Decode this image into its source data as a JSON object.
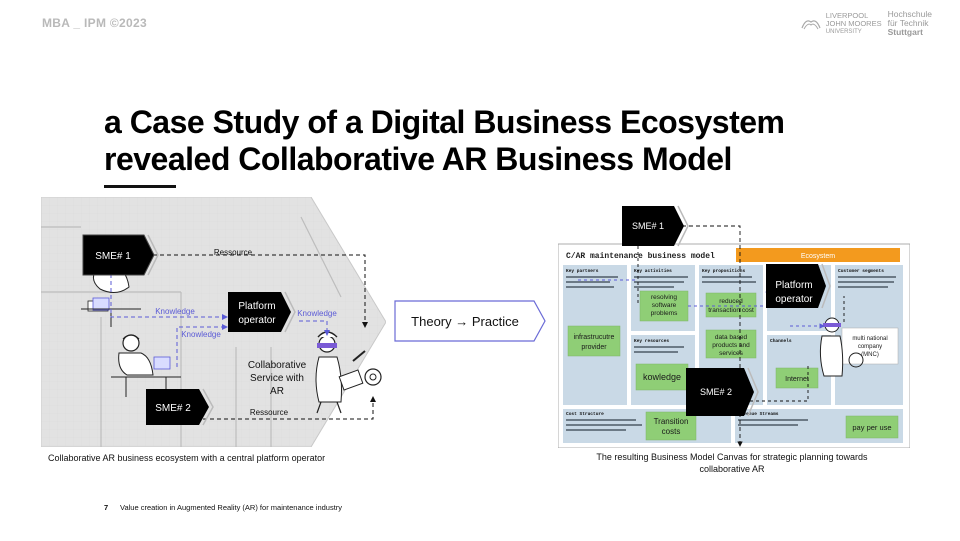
{
  "header": {
    "course": "MBA _ IPM ©2023",
    "logo_ljmu_lines": [
      "LIVERPOOL",
      "JOHN MOORES",
      "UNIVERSITY"
    ],
    "logo_hft_lines": [
      "Hochschule",
      "für Technik",
      "Stuttgart"
    ]
  },
  "title": {
    "line1": "a Case Study of a Digital Business Ecosystem",
    "line2": "revealed Collaborative AR Business Model"
  },
  "ecosystem": {
    "sme1": "SME# 1",
    "sme2": "SME# 2",
    "platform_line1": "Platform",
    "platform_line2": "operator",
    "ressource_top": "Ressource",
    "ressource_bottom": "Ressource",
    "knowledge_left": "Knowledge",
    "knowledge_mid": "Knowledge",
    "knowledge_right": "Knowledge",
    "service_lines": [
      "Collaborative",
      "Service with",
      "AR"
    ],
    "caption": "Collaborative AR business ecosystem with a central platform operator"
  },
  "transition": {
    "label": "Theory → Practice"
  },
  "canvas": {
    "sme1": "SME# 1",
    "sme2": "SME# 2",
    "canvas_title": "C/AR maintenance business model",
    "ecosystem_tag": "Ecosystem",
    "platform_line1": "Platform",
    "platform_line2": "operator",
    "headers": {
      "key_partners": "Key partners",
      "key_activities": "Key activities",
      "value_propositions": "Key propositions",
      "customer_segments": "Customer segments",
      "key_resources": "Key resources",
      "channels": "Channels",
      "cost_structure": "Cost Structure",
      "revenue_streams": "Revenue Streams"
    },
    "notes": {
      "infrastructure": [
        "infrastrucutre",
        "provider"
      ],
      "resolving": [
        "resolving",
        "software",
        "problems"
      ],
      "reduced": [
        "reduced",
        "transaction cost"
      ],
      "data_based": [
        "data based",
        "products and",
        "services"
      ],
      "multinational": [
        "multi national",
        "company",
        "(MNC)"
      ],
      "knowledge": "kowledge",
      "internet": "Internet",
      "transition_costs": [
        "Transition",
        "costs"
      ],
      "pay_per_use": "pay per use"
    },
    "caption_lines": [
      "The resulting Business Model Canvas for strategic planning towards",
      "collaborative AR"
    ]
  },
  "footer": {
    "page_number": "7",
    "text": "Value creation in Augmented Reality (AR) for maintenance industry"
  },
  "colors": {
    "dark_box": "#000000",
    "knowledge_line": "#5b5bd6",
    "sticky_green": "#8fce76",
    "canvas_bg": "#c9d9e6",
    "eco_orange": "#f39a1e",
    "ecosystem_fill": "#e2e2e2"
  }
}
